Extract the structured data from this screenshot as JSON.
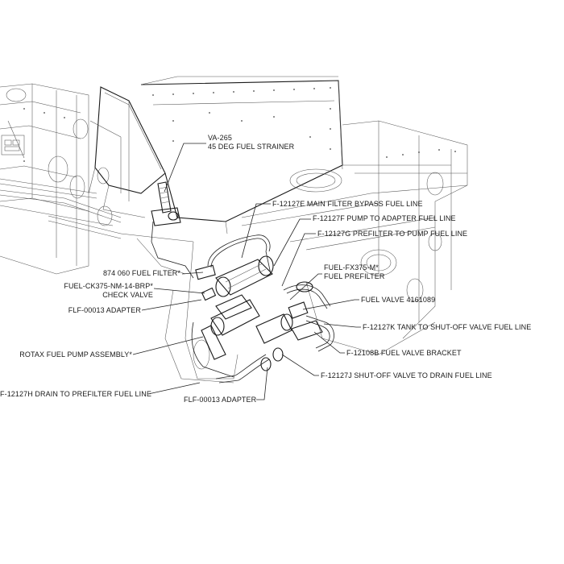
{
  "labels": {
    "va265": "VA-265",
    "strainer": "45 DEG FUEL STRAINER",
    "f12127e": "F-12127E MAIN FILTER BYPASS FUEL LINE",
    "f12127f": "F-12127F PUMP TO ADAPTER FUEL LINE",
    "f12127g": "F-12127G PREFILTER TO PUMP FUEL LINE",
    "filter874": "874 060 FUEL FILTER*",
    "fx375": "FUEL-FX375-M*",
    "prefilter": "FUEL PREFILTER",
    "ck375": "FUEL-CK375-NM-14-BRP*",
    "checkvalve": "CHECK VALVE",
    "fuelvalve": "FUEL VALVE 4161089",
    "flf1": "FLF-00013 ADAPTER",
    "f12127k": "F-12127K TANK TO SHUT-OFF VALVE FUEL LINE",
    "pump": "ROTAX FUEL PUMP ASSEMBLY*",
    "f12108b": "F-12108B FUEL VALVE BRACKET",
    "f12127j": "F-12127J SHUT-OFF VALVE TO DRAIN FUEL LINE",
    "f12127h": "F-12127H DRAIN TO PREFILTER FUEL LINE",
    "flf2": "FLF-00013 ADAPTER"
  },
  "colors": {
    "ink": "#1a1a1a",
    "thin": "#555555",
    "background": "#ffffff"
  }
}
